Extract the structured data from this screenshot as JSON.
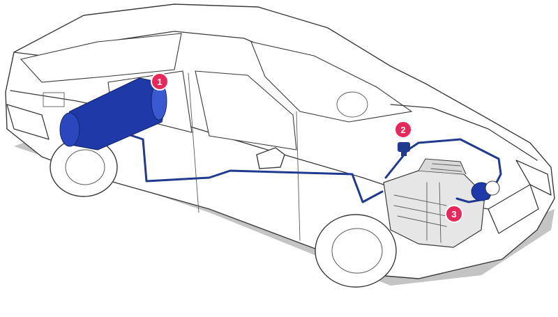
{
  "markers": [
    {
      "number": "1",
      "component": "gas-tank"
    },
    {
      "number": "2",
      "component": "pressure-regulator"
    },
    {
      "number": "3",
      "component": "engine-injector"
    }
  ],
  "colors": {
    "shadow": "#bdbdbd",
    "tank": "#1f3aa8",
    "pipe": "#1f3a8f",
    "marker": "#e8285a",
    "outline": "#3a3a3a"
  }
}
